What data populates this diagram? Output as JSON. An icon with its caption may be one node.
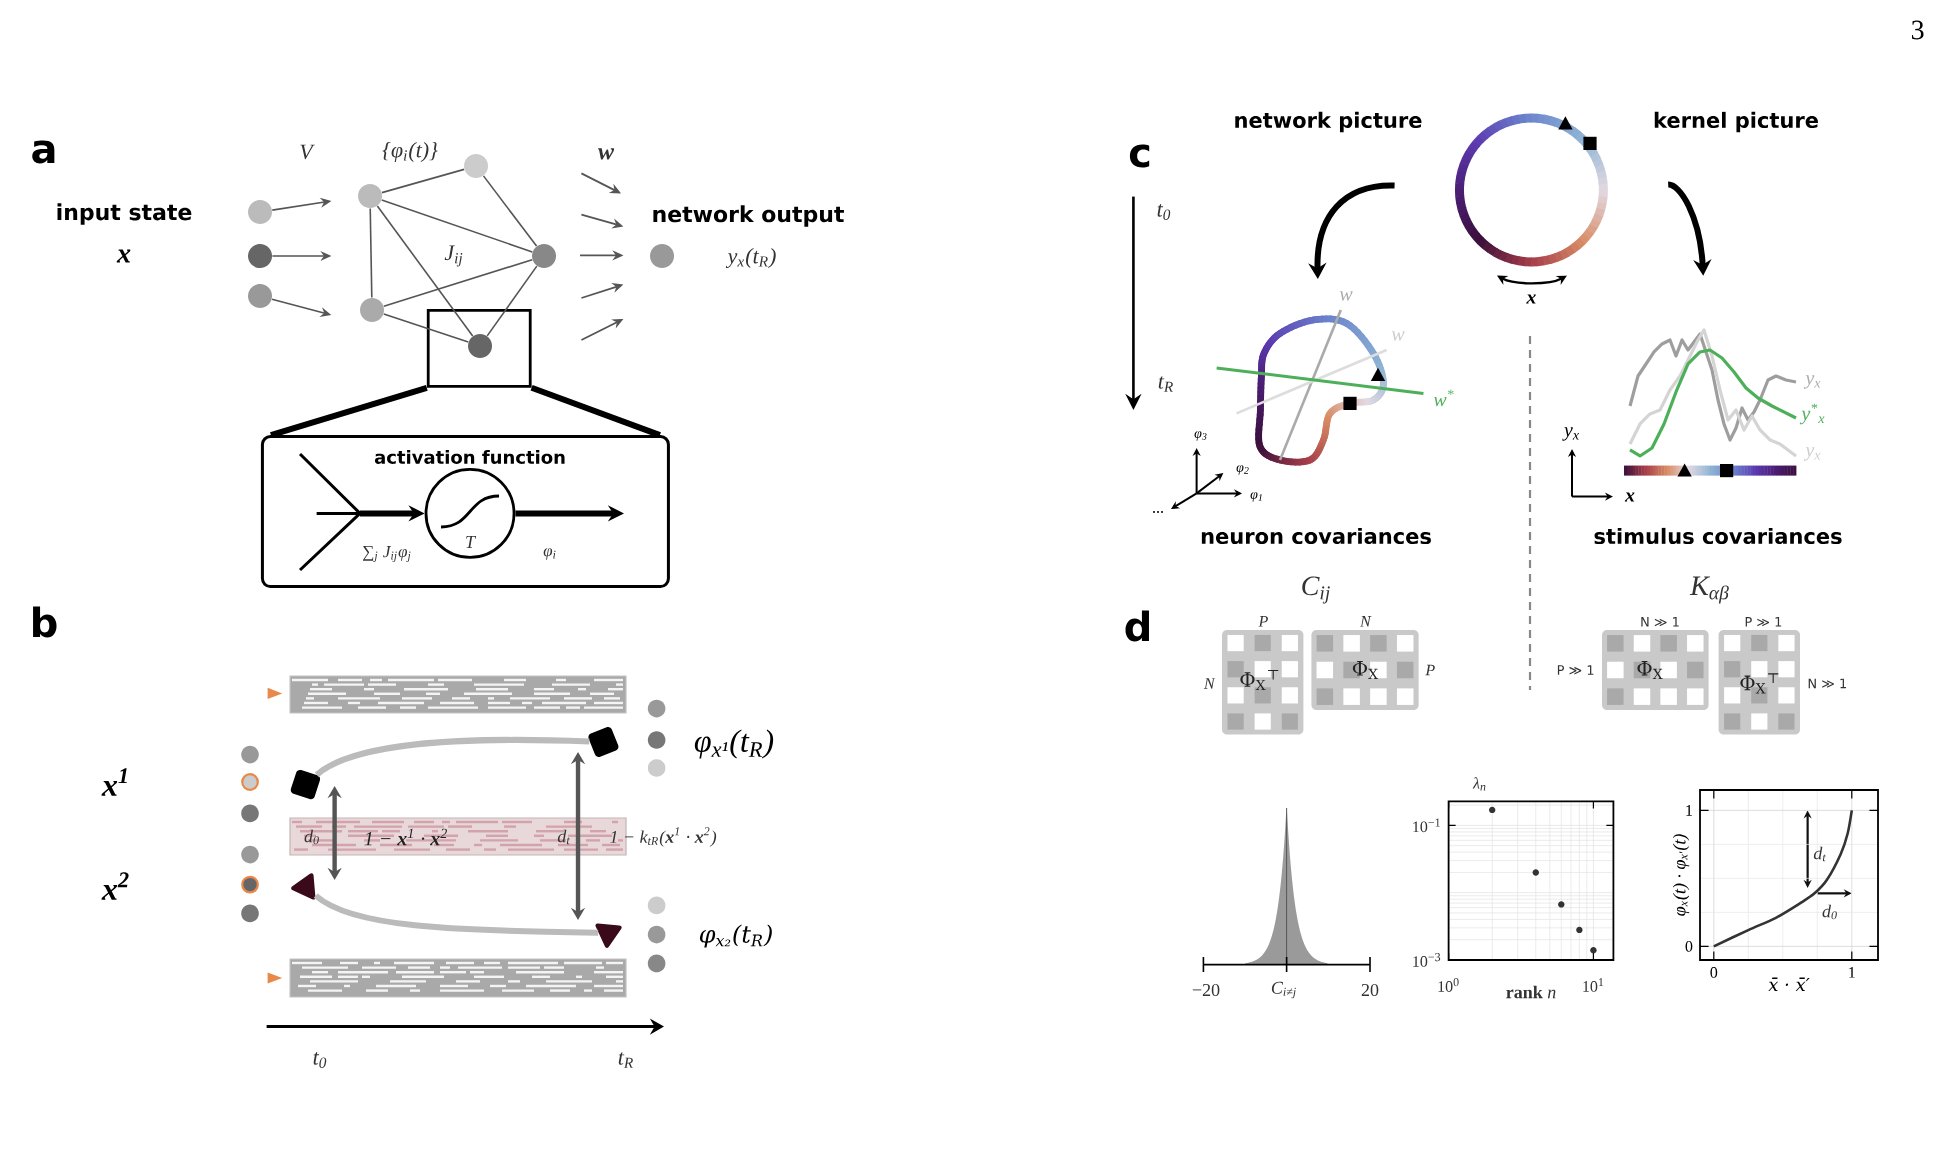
{
  "diagram": {
    "nodes": [
      {
        "text": [],
        "shape": "circle"
      },
      {
        "text": [],
        "shape": "circle"
      },
      {
        "text": [],
        "shape": "circle"
      },
      {
        "text": [],
        "shape": "circle"
      },
      {
        "text": [],
        "shape": "circle"
      },
      {
        "text": [],
        "shape": "circle"
      },
      {
        "text": [],
        "shape": "circle"
      },
      {
        "text": [],
        "shape": "box"
      },
      {
        "text": [],
        "shape": "circle",
        "in": 7
      },
      {
        "text": [],
        "shape": "circle"
      },
      {
        "text": [
          "activation function"
        ]
      },
      {
        "text": [
          "T"
        ],
        "in": 10
      },
      {
        "text": [],
        "shape": "bar"
      },
      {
        "text": [],
        "shape": "square"
      },
      {
        "text": [],
        "shape": "square"
      },
      {
        "text": [
          "d$_{0}$",
          "1 − **x**$^{1}$ · **x**$^{2}$",
          "d$_{t}$",
          "1 − k$_{tR}$(**x**$^{1}$ · **x**$^{2}$)"
        ]
      },
      {
        "text": [],
        "shape": "triangle"
      },
      {
        "text": [],
        "shape": "triangle"
      },
      {
        "text": [],
        "shape": "bar"
      },
      {
        "text": [],
        "shape": "circle"
      },
      {
        "text": [],
        "shape": "picture"
      },
      {
        "text": [],
        "shape": "picture",
        "beside": [
          "y$_{x}$",
          "y$^{*}$$_{x}$",
          "y$_{x}$"
        ]
      },
      {
        "text": [
          "Φ$_{X}$$^{⊤}$"
        ],
        "beside": [
          "P",
          "N"
        ]
      },
      {
        "text": [
          "Φ$_{X}$"
        ],
        "beside": [
          "N",
          "P"
        ]
      },
      {
        "text": [
          "Φ$_{X}$"
        ],
        "beside": [
          "N ≫ 1",
          "P ≫ 1"
        ]
      },
      {
        "text": [
          "Φ$_{X}$$^{⊤}$"
        ],
        "beside": [
          "P ≫ 1",
          "N ≫ 1"
        ]
      }
    ],
    "edges": [
      {
        "from": 0,
        "to": null,
        "arrow": "to"
      },
      {
        "from": 1,
        "to": null,
        "arrow": "to"
      },
      {
        "from": 2,
        "to": null,
        "arrow": "to"
      },
      {
        "from": 3,
        "to": 4,
        "arrow": "none"
      },
      {
        "from": 3,
        "to": 5,
        "arrow": "none"
      },
      {
        "from": 3,
        "to": 6,
        "arrow": "none"
      },
      {
        "from": 3,
        "to": 8,
        "arrow": "none"
      },
      {
        "from": 4,
        "to": 5,
        "arrow": "none"
      },
      {
        "from": 6,
        "to": 5,
        "arrow": "none"
      },
      {
        "from": 6,
        "to": 8,
        "arrow": "none"
      },
      {
        "from": 5,
        "to": 8,
        "arrow": "none"
      },
      {
        "from": 7,
        "to": 10,
        "arrow": "none",
        "style": "thick",
        "color": "#000000"
      },
      {
        "from": 7,
        "to": 10,
        "arrow": "none",
        "style": "thick",
        "color": "#000000"
      },
      {
        "from": null,
        "to": 11,
        "arrow": "to",
        "label": "∑$_{j}$ J$_{ij}$φ$_{j}$",
        "style": "thick",
        "color": "#000000"
      },
      {
        "from": 11,
        "to": null,
        "arrow": "to",
        "label": "φ$_{i}$",
        "style": "thick",
        "color": "#000000"
      },
      {
        "from": 13,
        "to": 14,
        "arrow": "none",
        "style": "thick",
        "color": "#bbbbbb"
      },
      {
        "from": 16,
        "to": 17,
        "arrow": "none",
        "style": "thick",
        "color": "#bbbbbb"
      },
      {
        "from": 19,
        "to": 20,
        "arrow": "to",
        "style": "thick",
        "color": "#000000"
      },
      {
        "from": 19,
        "to": 21,
        "arrow": "to",
        "style": "thick",
        "color": "#000000"
      }
    ],
    "labels": [
      "3",
      "a",
      "V",
      "{φ$_{i}$(t)}",
      "w",
      "input state",
      "network output",
      "x",
      "J$_{ij}$",
      "y$_{x}$(t$_{R}$)",
      "b",
      "x$^{1}$",
      "φ$_{x¹}$(t$_{R}$)",
      "x$^{2}$",
      "φ$_{x₂}$(t$_{R}$)",
      "t$_{0}$",
      "t$_{R}$",
      "c",
      "network picture",
      "kernel picture",
      "t$_{0}$",
      "w",
      "x",
      "w",
      "t$_{R}$",
      "w$^{*}$",
      "φ$_{3}$",
      "y$_{x}$",
      "φ$_{2}$",
      "φ$_{1}$",
      "x",
      "...",
      "neuron covariances",
      "stimulus covariances",
      "C$_{ij}$",
      "K$_{αβ}$",
      "d",
      "λ$_{n}$",
      "10$^{−1}$",
      "d$_{t}$",
      "d$_{0}$",
      "10$^{−3}$",
      "−20",
      "C$_{i≠j}$",
      "20",
      "10$^{0}$",
      "**rank** *n*",
      "10$^{1}$"
    ],
    "chart_data": {
      "type": "line",
      "xlabel": "x̄ · x̄′",
      "ylabel": "φ$_{x}$(t) · φ$_{x′}$(t)",
      "x": [
        0,
        0.25,
        0.45,
        0.63,
        0.73,
        0.82,
        0.92,
        0.97,
        1.0
      ],
      "series": [
        {
          "color": "#333333",
          "values": [
            0,
            0.12,
            0.21,
            0.32,
            0.39,
            0.49,
            0.68,
            0.83,
            1.0
          ]
        }
      ],
      "xlim": [
        -0.1,
        1.19
      ],
      "ylim": [
        -0.1,
        1.15
      ],
      "xticks": [
        0,
        1
      ],
      "yticks": [
        0,
        1
      ],
      "grid": true
    }
  }
}
